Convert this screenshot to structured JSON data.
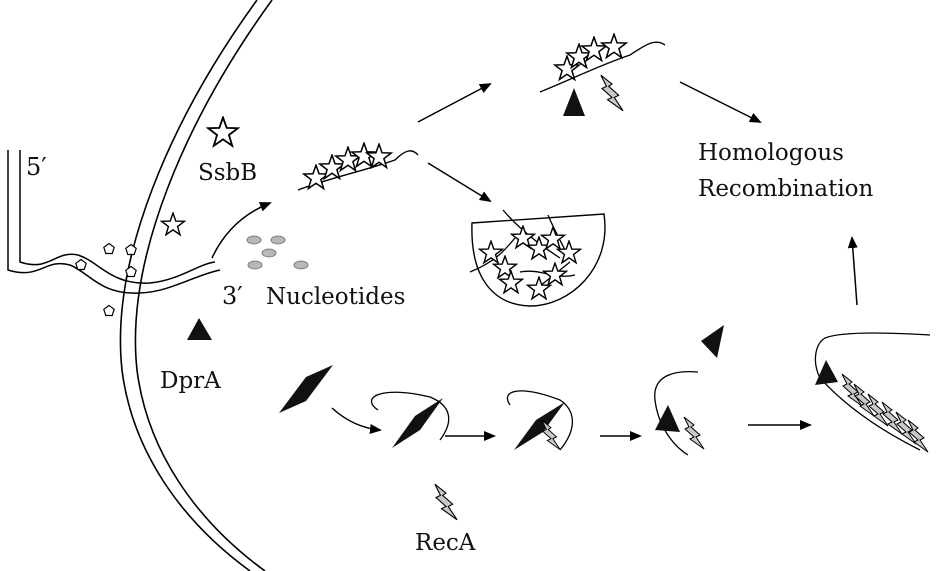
{
  "labels": {
    "five_prime": "5′",
    "three_prime": "3′",
    "ssbb": "SsbB",
    "nucleotides": "Nucleotides",
    "dpra": "DprA",
    "reca": "RecA",
    "homologous": "Homologous",
    "recombination": "Recombination"
  },
  "colors": {
    "stroke": "#000000",
    "dpra_fill": "#111111",
    "reca_fill": "#c8c8c8",
    "nucleotide_fill": "#b8b8b8",
    "background": "#ffffff"
  }
}
